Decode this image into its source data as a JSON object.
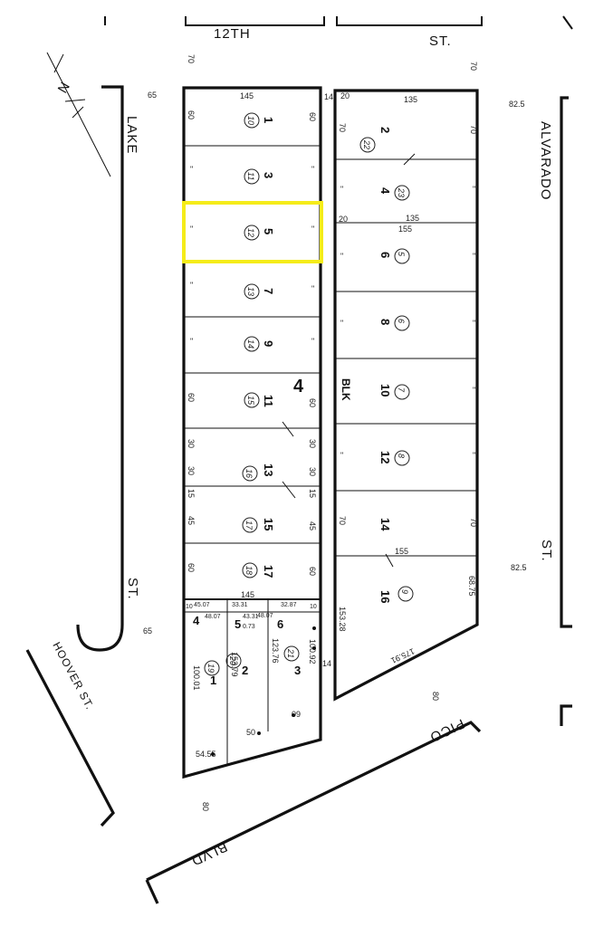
{
  "colors": {
    "highlight": "#f5ec1a",
    "ink": "#111111"
  },
  "streets": {
    "twelfth": "12TH",
    "twelfth_st": "ST.",
    "lake": "LAKE",
    "lake_st": "ST.",
    "alvarado": "ALVARADO",
    "alvarado_st": "ST.",
    "hoover": "HOOVER ST.",
    "pico": "PICO",
    "blvd": "BLVD."
  },
  "north_arrow": {
    "label": "N",
    "icon": "north-arrow-icon"
  },
  "street_widths": {
    "top_left": "70",
    "top_right": "70",
    "lake_top": "65",
    "lake_bottom": "65",
    "alvarado_top": "82.5",
    "alvarado_bottom": "82.5",
    "pico_right": "80",
    "pico_left": "80"
  },
  "block": {
    "number": "4",
    "blk_label": "BLK"
  },
  "highlighted_lot": "5",
  "left_block": {
    "width_top": "145",
    "width_mid": "145",
    "corner": "14",
    "lots": [
      {
        "lot": "1",
        "parcel": "10",
        "left": "60",
        "right": "60"
      },
      {
        "lot": "3",
        "parcel": "11",
        "left": "\"",
        "right": "\""
      },
      {
        "lot": "5",
        "parcel": "12",
        "left": "\"",
        "right": "\""
      },
      {
        "lot": "7",
        "parcel": "13",
        "left": "\"",
        "right": "\""
      },
      {
        "lot": "9",
        "parcel": "14",
        "left": "\"",
        "right": "\""
      },
      {
        "lot": "11",
        "parcel": "15",
        "left": "60",
        "right": "60"
      },
      {
        "lot": "13",
        "parcel": "16",
        "left": "30",
        "right": "30"
      },
      {
        "lot": "15",
        "parcel": "17",
        "left": "45",
        "right": "45"
      },
      {
        "lot": "17",
        "parcel": "18",
        "left": "60",
        "right": "60"
      }
    ],
    "lot13_sub": [
      "30",
      "30",
      "15",
      "15"
    ],
    "bottom_lots": [
      {
        "lot": "4",
        "parcel": "19",
        "sub": "1"
      },
      {
        "lot": "5",
        "parcel": "20",
        "sub": "2"
      },
      {
        "lot": "6",
        "parcel": "21",
        "sub": "3"
      }
    ],
    "bottom_dims": [
      "10",
      "48.07",
      "33.31",
      "43.31",
      "0.73",
      "32.87",
      "10",
      "100.01",
      "153.79",
      "123.76",
      "100.92",
      "54.55",
      "50",
      "09",
      "45.07",
      "48.07",
      "14"
    ]
  },
  "right_block": {
    "top_dims": [
      "20",
      "135",
      "70",
      "20",
      "135",
      "155",
      "155"
    ],
    "lots": [
      {
        "lot": "2",
        "parcel": "22",
        "right": "70"
      },
      {
        "lot": "4",
        "parcel": "23",
        "right": "\""
      },
      {
        "lot": "6",
        "parcel": "5",
        "right": "\""
      },
      {
        "lot": "8",
        "parcel": "6",
        "right": "\""
      },
      {
        "lot": "10",
        "parcel": "7",
        "right": "\""
      },
      {
        "lot": "12",
        "parcel": "8",
        "right": "\""
      },
      {
        "lot": "14",
        "parcel": "",
        "right": "70"
      },
      {
        "lot": "16",
        "parcel": "9",
        "right": "68.75"
      }
    ],
    "left_dims": [
      "70",
      "70",
      "153.28"
    ],
    "bottom_dim": "175.91"
  }
}
